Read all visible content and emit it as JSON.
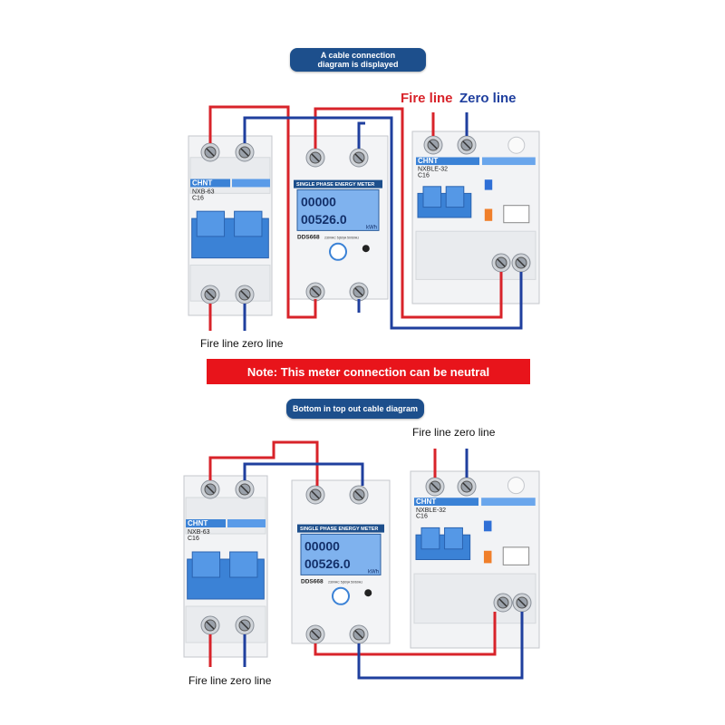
{
  "top_banner": "A cable connection\ndiagram is displayed",
  "fire_line_label": "Fire line",
  "zero_line_label": "Zero line",
  "bottom_left_label_top": "Fire line zero line",
  "note": "Note: This meter connection can be neutral",
  "bottom_banner": "Bottom in top out cable diagram",
  "bottom_right_label": "Fire line zero line",
  "bottom_left_label_bottom": "Fire line zero line",
  "breaker": {
    "brand": "CHNT",
    "model": "NXB-63",
    "rating": "C16"
  },
  "meter": {
    "header": "SINGLE PHASE ENERGY METER",
    "display_top": "00000",
    "display_bottom": "00526.0",
    "unit": "kWh",
    "model": "DDS668",
    "spec": "230VAC 5(60)A 50/60Hz"
  },
  "rcbo": {
    "brand": "CHNT",
    "model": "NXBLE-32",
    "rating": "C16"
  },
  "colors": {
    "fire": "#d8232a",
    "zero": "#1f3f9e",
    "banner": "#1d4f8c",
    "note": "#e8141b",
    "device_blue": "#3b82d6"
  }
}
